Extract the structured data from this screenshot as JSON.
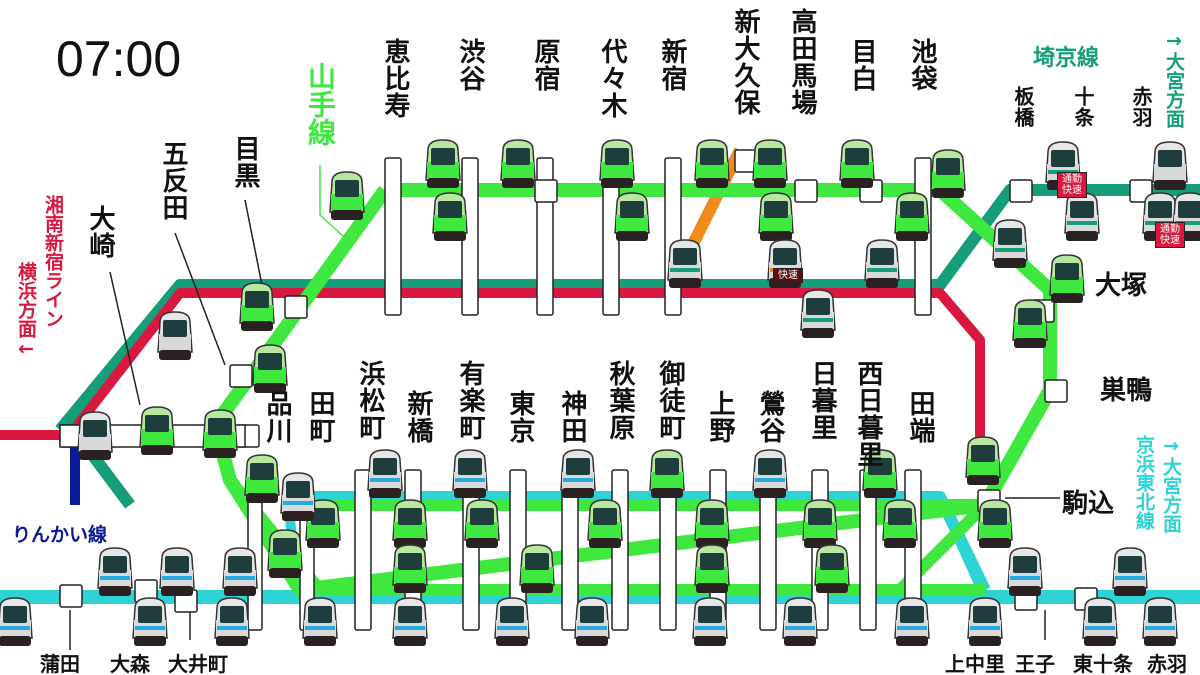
{
  "clock": "07:00",
  "colors": {
    "yamanote": "#3ee83e",
    "saikyo": "#169e7a",
    "shonan": "#d8183e",
    "keihin": "#2fd3d3",
    "rinkai": "#0b1a9a",
    "chuo": "#f08a1c"
  },
  "lines": {
    "yamanote": "山手線",
    "saikyo": "埼京線",
    "rinkai": "りんかい線",
    "keihin": "京浜東北線",
    "shonan_dir": "湘南新宿ライン",
    "yokohama_dir": "横浜方面←",
    "omiya_dir_saikyo": "→大宮方面",
    "omiya_dir_keihin": "→大宮方面"
  },
  "stations_top": [
    "恵比寿",
    "渋谷",
    "原宿",
    "代々木",
    "新宿",
    "新大久保",
    "高田馬場",
    "目白",
    "池袋"
  ],
  "stations_bottom": [
    "品川",
    "田町",
    "浜松町",
    "新橋",
    "有楽町",
    "東京",
    "神田",
    "秋葉原",
    "御徒町",
    "上野",
    "鶯谷",
    "日暮里",
    "西日暮里",
    "田端"
  ],
  "stations_left": [
    "大崎",
    "五反田",
    "目黒"
  ],
  "stations_right": [
    "大塚",
    "巣鴨",
    "駒込"
  ],
  "stations_saikyo": [
    "板橋",
    "十条",
    "赤羽"
  ],
  "stations_keihin_south": [
    "蒲田",
    "大森",
    "大井町"
  ],
  "stations_keihin_north": [
    "上中里",
    "王子",
    "東十条",
    "赤羽"
  ],
  "badges": {
    "commuter_rapid": "通勤快速",
    "rapid": "快速"
  }
}
